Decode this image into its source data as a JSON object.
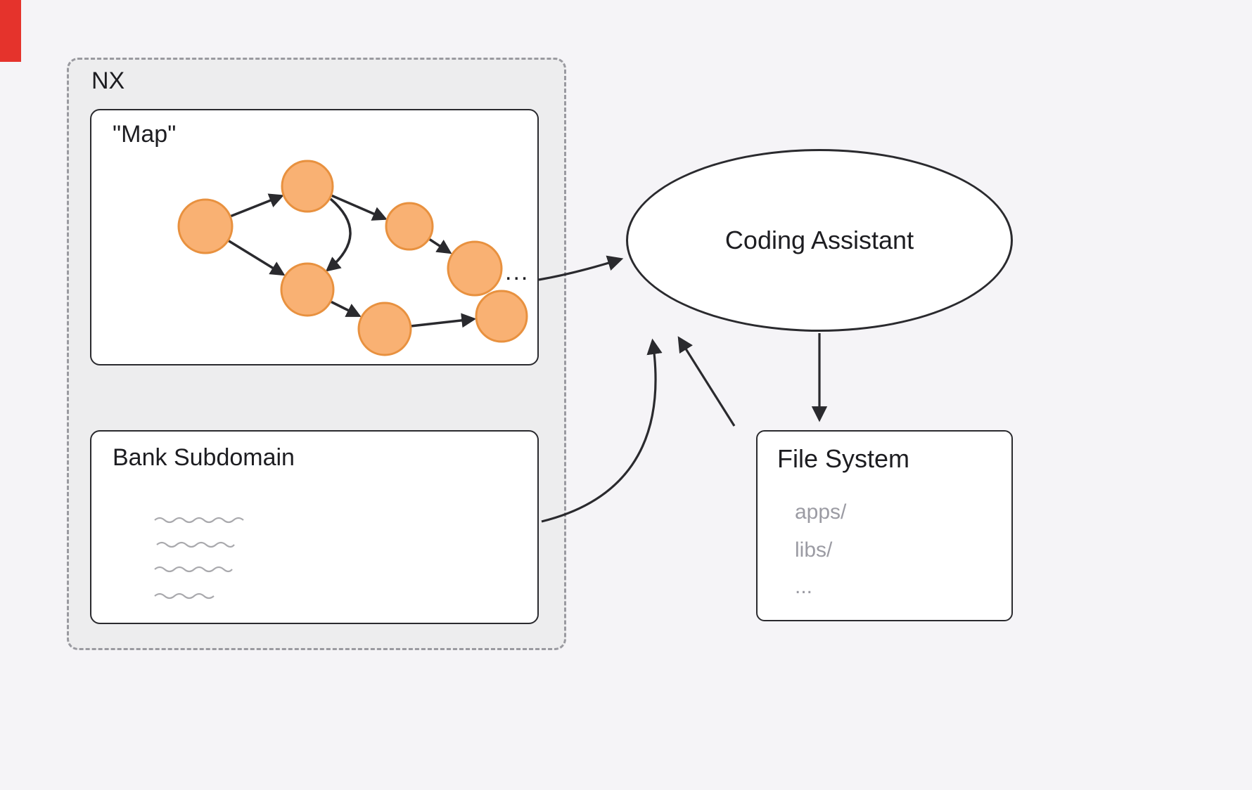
{
  "nx": {
    "label": "NX"
  },
  "map": {
    "label": "\"Map\"",
    "ellipsis": "..."
  },
  "bank": {
    "label": "Bank Subdomain"
  },
  "assistant": {
    "label": "Coding Assistant"
  },
  "filesystem": {
    "label": "File System",
    "entries": [
      "apps/",
      "libs/",
      "..."
    ]
  },
  "colors": {
    "node_fill": "#f9b173",
    "node_stroke": "#e8913f",
    "edge_stroke": "#2a2a2e",
    "accent_red": "#e5332c",
    "container_fill": "#ededee",
    "muted_text": "#9b9ba3"
  }
}
